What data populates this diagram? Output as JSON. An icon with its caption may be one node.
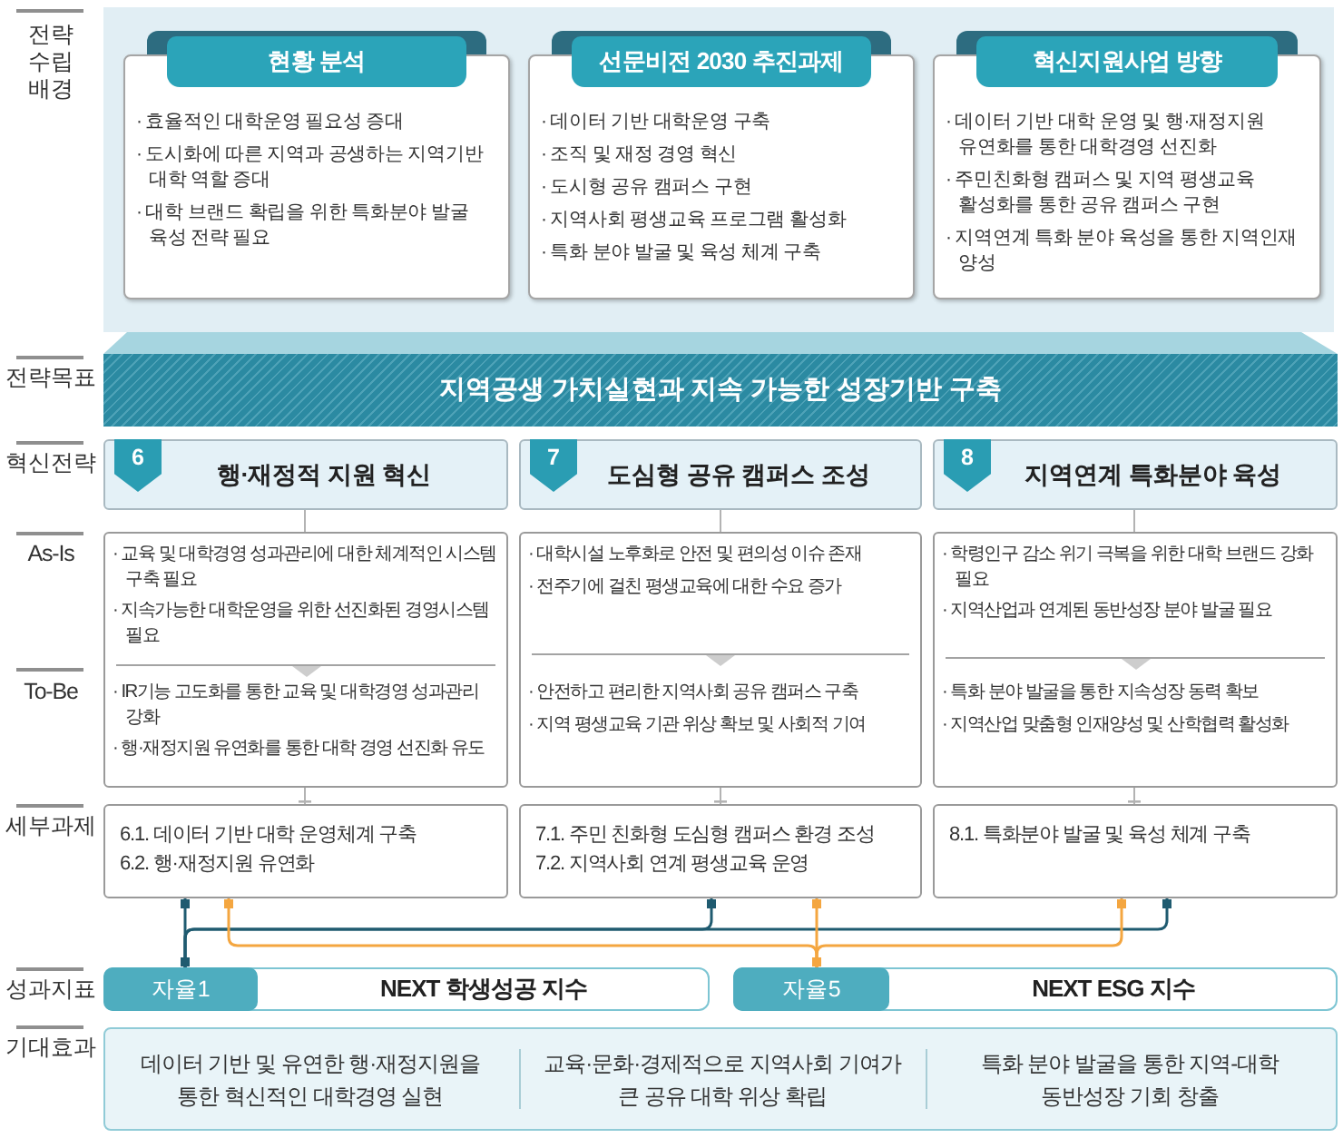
{
  "diagram": {
    "nodes": [
      {
        "text": [],
        "shape": "box"
      },
      {
        "text": [
          "현황 분석",
          "· 효율적인 대학운영 필요성 증대",
          "· 도시화에 따른 지역과 공생하는 지역기반 대학 역할 증대",
          "· 대학 브랜드 확립을 위한 특화분야 발굴 육성 전략 필요"
        ],
        "in": 0
      },
      {
        "text": [
          "선문비전 2030 추진과제",
          "· 데이터 기반 대학운영 구축",
          "· 조직 및 재정 경영 혁신",
          "· 도시형 공유 캠퍼스 구현",
          "· 지역사회 평생교육 프로그램 활성화",
          "· 특화 분야 발굴 및 육성 체계 구축"
        ],
        "in": 0
      },
      {
        "text": [
          "혁신지원사업 방향",
          "· 데이터 기반 대학 운영 및 행·재정지원 유연화를 통한 대학경영 선진화",
          "· 주민친화형 캠퍼스 및 지역 평생교육 활성화를 통한 공유 캠퍼스 구현",
          "· 지역연계 특화 분야 육성을 통한 지역인재 양성"
        ],
        "in": 0
      },
      {
        "text": [
          "지역공생 가치실현과 지속 가능한 성장기반 구축"
        ]
      },
      {
        "text": [
          "6",
          "행·재정적 지원 혁신"
        ]
      },
      {
        "text": [
          "7",
          "도심형 공유 캠퍼스 조성"
        ]
      },
      {
        "text": [
          "8",
          "지역연계 특화분야 육성"
        ]
      },
      {
        "text": [
          "· 교육 및 대학경영 성과관리에 대한 체계적인 시스템 구축 필요",
          "· 지속가능한 대학운영을 위한 선진화된 경영시스템 필요",
          "· IR기능 고도화를 통한 교육 및 대학경영 성과관리 강화",
          "· 행·재정지원 유연화를 통한 대학 경영 선진화 유도"
        ]
      },
      {
        "text": [
          "· 대학시설 노후화로 안전 및 편의성 이슈 존재",
          "· 전주기에 걸친 평생교육에 대한 수요 증가",
          "· 안전하고 편리한 지역사회 공유 캠퍼스 구축",
          "· 지역 평생교육 기관 위상 확보 및 사회적 기여"
        ]
      },
      {
        "text": [
          "· 학령인구 감소 위기 극복을 위한 대학 브랜드 강화 필요",
          "· 지역산업과 연계된 동반성장 분야 발굴 필요",
          "· 특화 분야 발굴을 통한 지속성장 동력 확보",
          "· 지역산업 맞춤형 인재양성 및 산학협력 활성화"
        ]
      },
      {
        "text": [
          "6.1. 데이터 기반 대학 운영체계 구축",
          "6.2. 행·재정지원 유연화"
        ]
      },
      {
        "text": [
          "7.1. 주민 친화형 도심형 캠퍼스 환경 조성",
          "7.2. 지역사회 연계 평생교육 운영"
        ]
      },
      {
        "text": [
          "8.1. 특화분야 발굴 및 육성 체계 구축"
        ]
      },
      {
        "text": [
          "NEXT 학생성공 지수"
        ]
      },
      {
        "text": [
          "자율1"
        ],
        "in": 14
      },
      {
        "text": [
          "NEXT ESG 지수"
        ]
      },
      {
        "text": [
          "자율5"
        ],
        "in": 16
      },
      {
        "text": [
          "데이터 기반 및 유연한 행·재정지원을 통한 혁신적인 대학경영 실현",
          "교육·문화·경제적으로 지역사회 기여가 큰 공유 대학 위상 확립",
          "특화 분야 발굴을 통한 지역-대학 동반성장 기회 창출"
        ]
      }
    ],
    "edges": [
      {
        "from": 5,
        "to": 8,
        "arrow": "none"
      },
      {
        "from": 6,
        "to": 9,
        "arrow": "none"
      },
      {
        "from": 7,
        "to": 10,
        "arrow": "none"
      },
      {
        "from": 8,
        "to": 11,
        "arrow": "other"
      },
      {
        "from": 9,
        "to": 12,
        "arrow": "other"
      },
      {
        "from": 10,
        "to": 13,
        "arrow": "other"
      },
      {
        "from": 11,
        "to": 15,
        "arrow": "other",
        "color": "#1f5b70"
      },
      {
        "from": 12,
        "to": 15,
        "arrow": "other",
        "color": "#1f5b70"
      },
      {
        "from": 13,
        "to": 15,
        "arrow": "other",
        "color": "#1f5b70"
      },
      {
        "from": 11,
        "to": 17,
        "arrow": "other",
        "color": "#f4a640"
      },
      {
        "from": 12,
        "to": 17,
        "arrow": "other",
        "color": "#f4a640"
      },
      {
        "from": 13,
        "to": 17,
        "arrow": "other",
        "color": "#f4a640"
      }
    ],
    "labels": [
      "전략 수립 배경",
      "전략목표",
      "혁신전략",
      "As-Is",
      "To-Be",
      "세부과제",
      "성과지표",
      "기대효과"
    ]
  }
}
